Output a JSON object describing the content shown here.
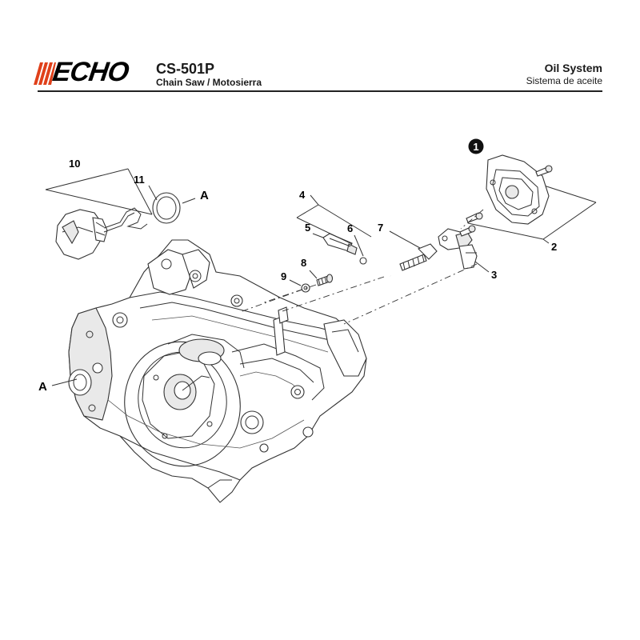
{
  "header": {
    "brand": "ECHO",
    "model": "CS-501P",
    "subtitle": "Chain Saw / Motosierra",
    "section_title": "Oil System",
    "section_subtitle": "Sistema de aceite",
    "brand_color": "#e0401a"
  },
  "callouts": {
    "c1": "1",
    "c2": "2",
    "c3": "3",
    "c4": "4",
    "c5": "5",
    "c6": "6",
    "c7": "7",
    "c8": "8",
    "c9": "9",
    "c10": "10",
    "c11": "11",
    "refA_top": "A",
    "refA_left": "A"
  }
}
